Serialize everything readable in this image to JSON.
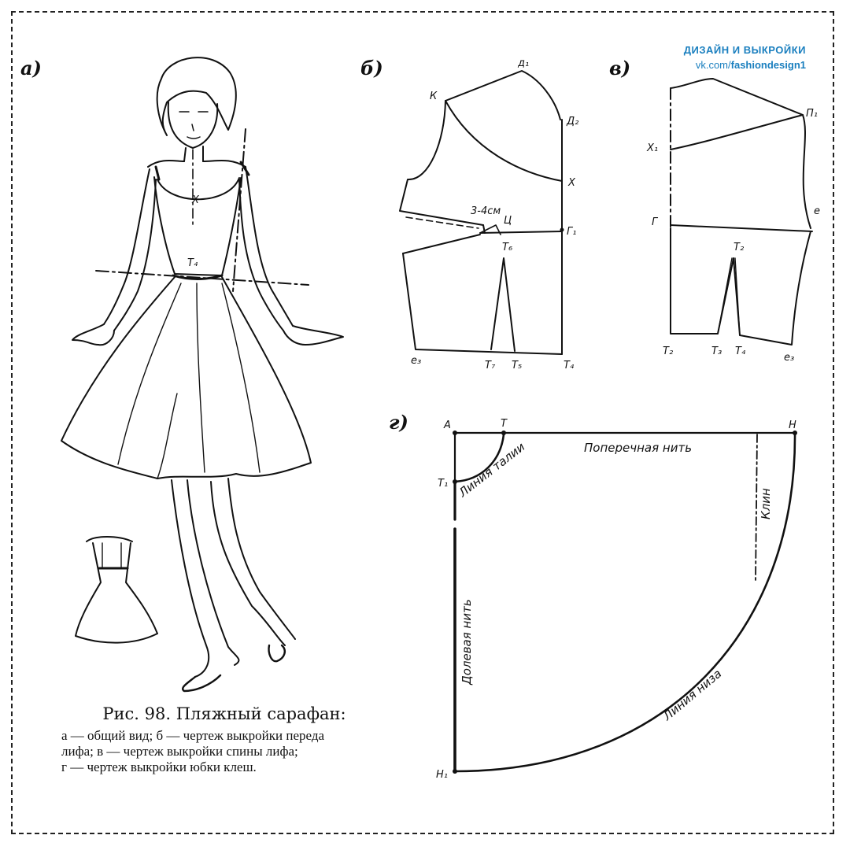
{
  "watermark": {
    "title": "ДИЗАЙН И ВЫКРОЙКИ",
    "url_prefix": "vk.com/",
    "url_bold": "fashiondesign1"
  },
  "panels": {
    "a": "а)",
    "b": "б)",
    "v": "в)",
    "g": "г)"
  },
  "caption": {
    "title": "Рис. 98. Пляжный сарафан:",
    "desc_line1": "а — общий вид; б — чертеж выкройки переда",
    "desc_line2": "лифа;   в — чертеж выкройки спины лифа;",
    "desc_line3": "г — чертеж выкройки  юбки клеш."
  },
  "figure_points": {
    "x": "Х",
    "t4": "Т₄"
  },
  "front_points": {
    "d1": "д₁",
    "k": "К",
    "d2": "Д₂",
    "x": "Х",
    "g1": "Г₁",
    "size": "3-4см",
    "ts": "Ц",
    "t6": "Т₆",
    "e3": "е₃",
    "t7": "Т₇",
    "t5": "Т₅",
    "t4": "Т₄"
  },
  "back_points": {
    "x1": "Х₁",
    "p1": "П₁",
    "g": "Г",
    "e": "е",
    "t2": "Т₂",
    "t2b": "Т₂",
    "t3": "Т₃",
    "t4": "Т₄",
    "e3": "е₃"
  },
  "skirt": {
    "a": "А",
    "t": "Т",
    "n": "Н",
    "t1": "Т₁",
    "n1": "Н₁",
    "cross_grain": "Поперечная нить",
    "waist_line": "Линия талии",
    "gusset": "Клин",
    "lengthwise_grain": "Долевая нить",
    "hem_line": "Линия низа"
  }
}
